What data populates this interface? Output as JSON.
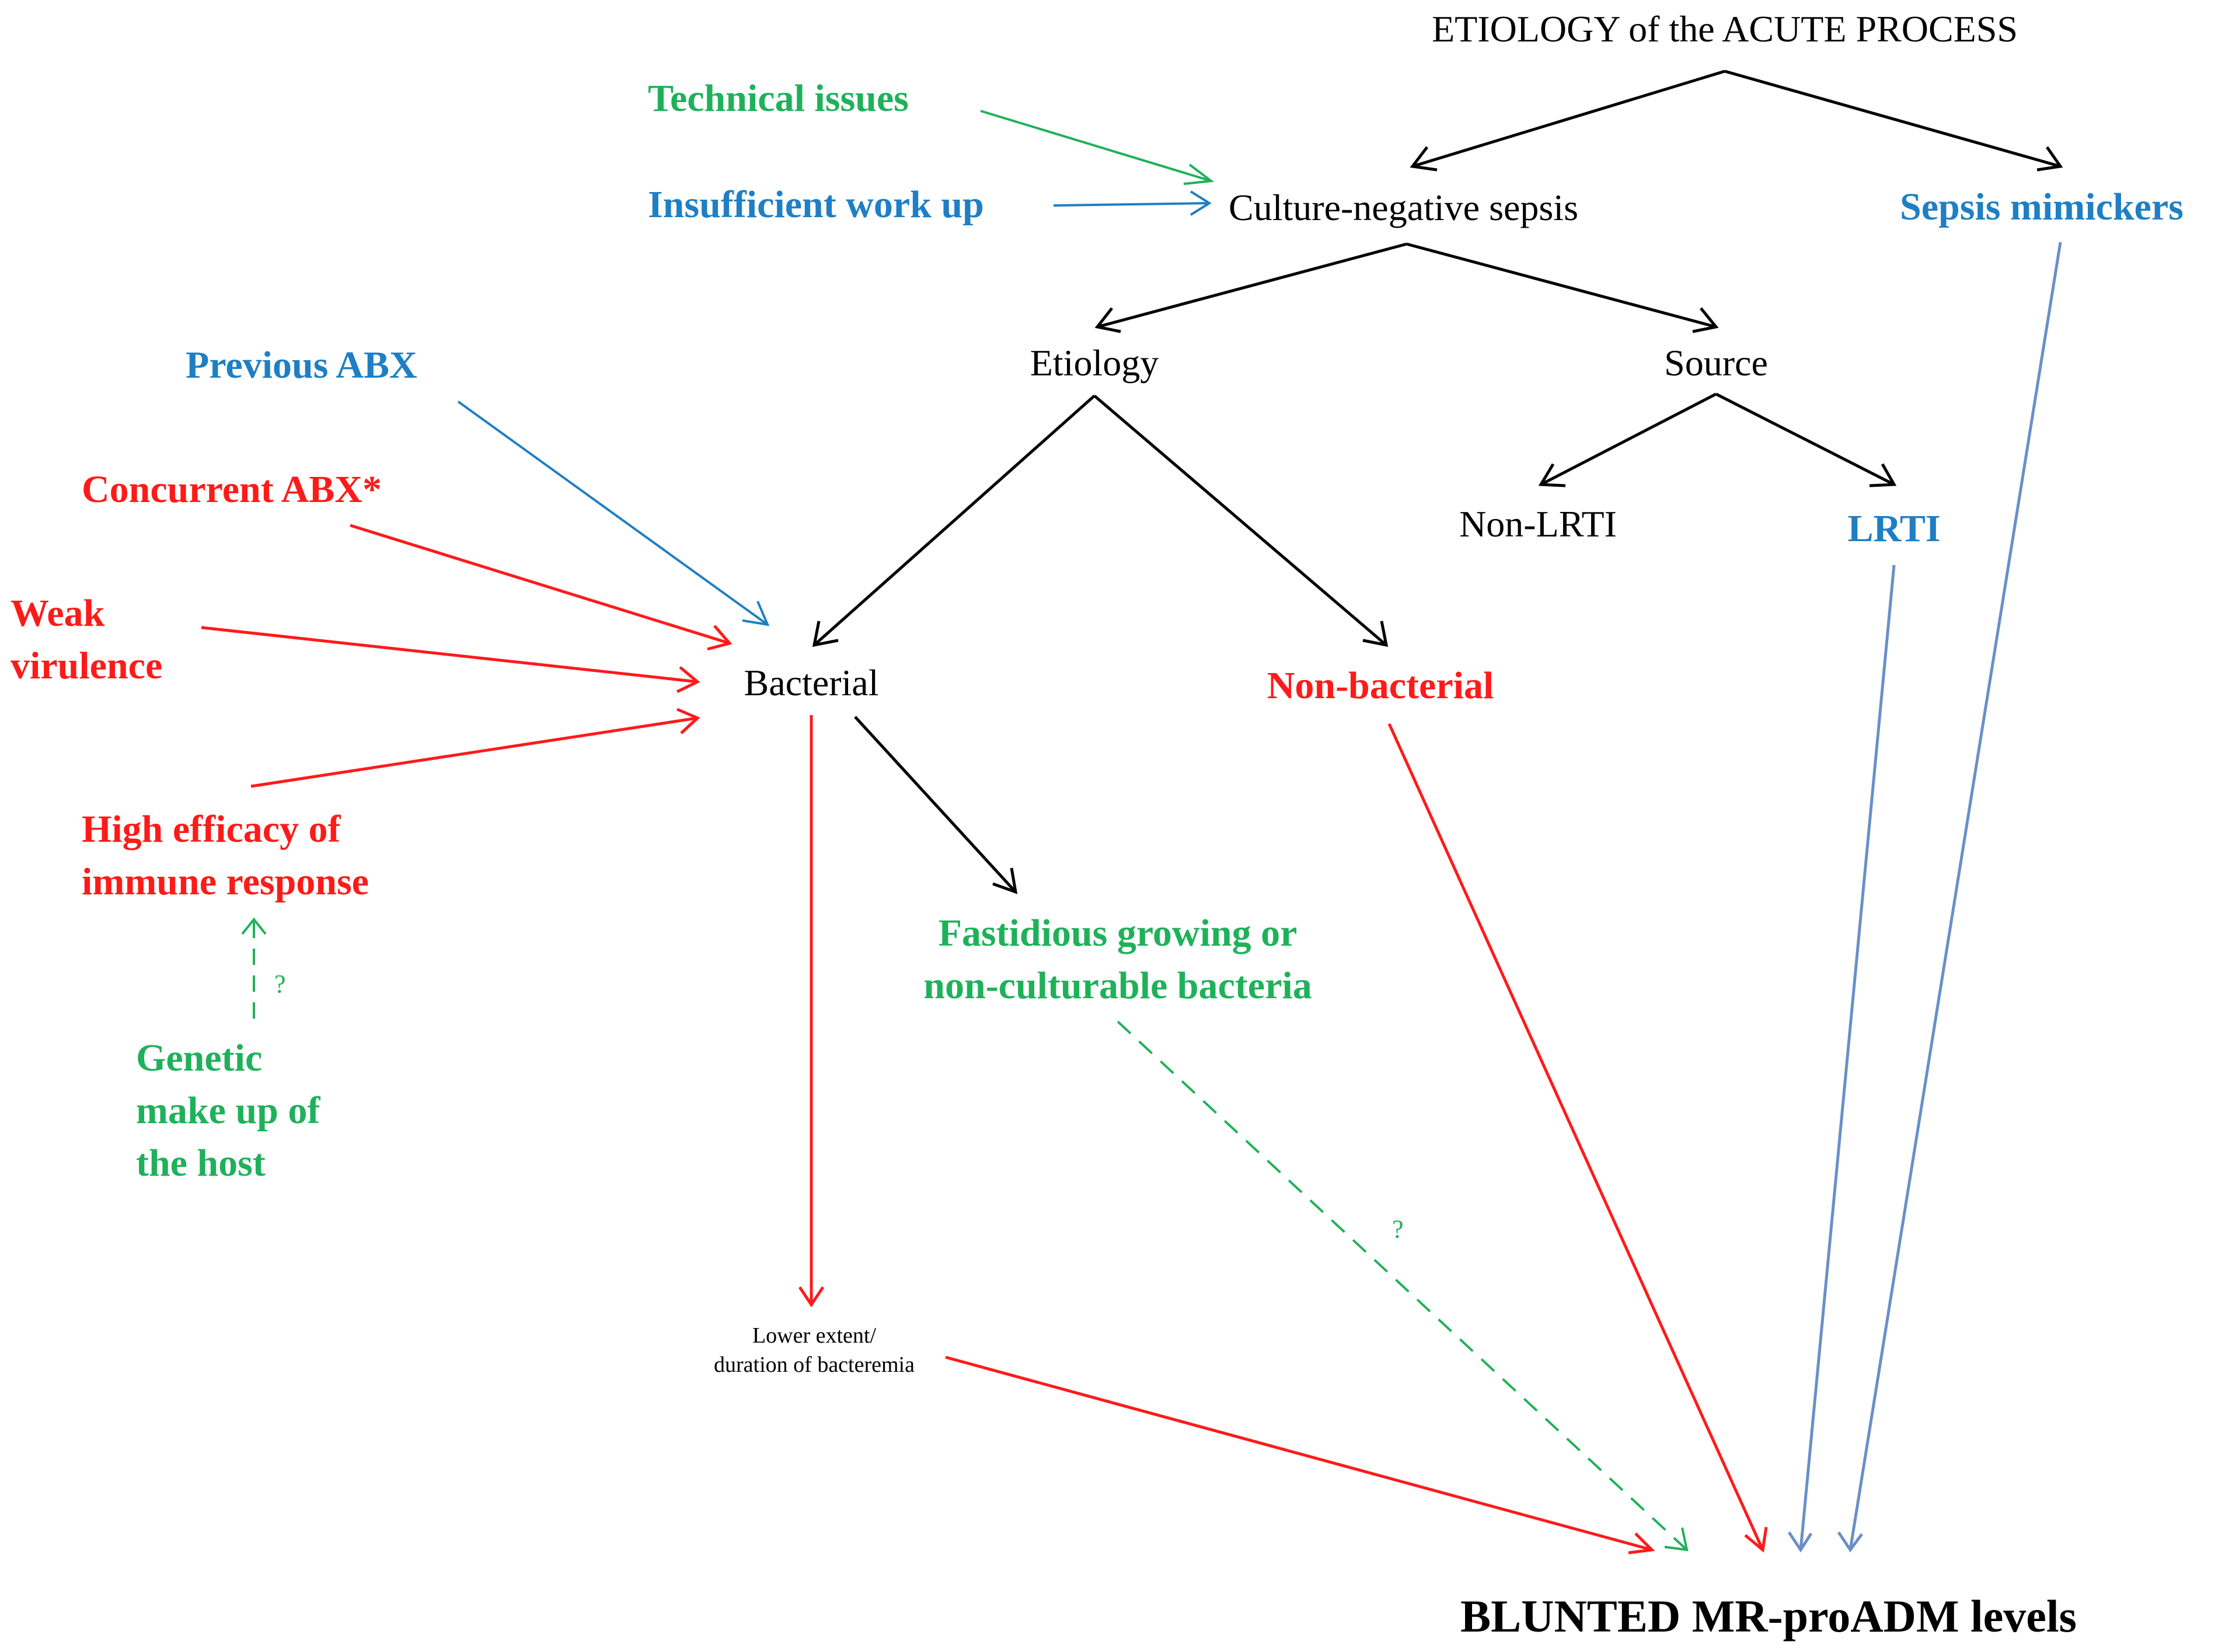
{
  "colors": {
    "black": "#000000",
    "green": "#1fb15a",
    "blue": "#1f7fc4",
    "red": "#ff1a1a",
    "steelblue": "#6a8fc8"
  },
  "nodes": {
    "root": "ETIOLOGY of the ACUTE PROCESS",
    "culture_negative": "Culture-negative sepsis",
    "sepsis_mimickers": "Sepsis mimickers",
    "technical_issues": "Technical issues",
    "insufficient_workup": "Insufficient work up",
    "etiology": "Etiology",
    "source": "Source",
    "non_lrti": "Non-LRTI",
    "lrti": "LRTI",
    "previous_abx": "Previous ABX",
    "concurrent_abx": "Concurrent ABX*",
    "weak_virulence_1": "Weak",
    "weak_virulence_2": "virulence",
    "bacterial": "Bacterial",
    "non_bacterial": "Non-bacterial",
    "high_efficacy_1": "High efficacy of",
    "high_efficacy_2": "immune response",
    "fastidious_1": "Fastidious growing or",
    "fastidious_2": "non-culturable bacteria",
    "genetic_1": "Genetic",
    "genetic_2": "make up of",
    "genetic_3": "the host",
    "lower_extent_1": "Lower extent/",
    "lower_extent_2": "duration of bacteremia",
    "outcome": "BLUNTED MR-proADM levels",
    "question_mark": "?"
  }
}
